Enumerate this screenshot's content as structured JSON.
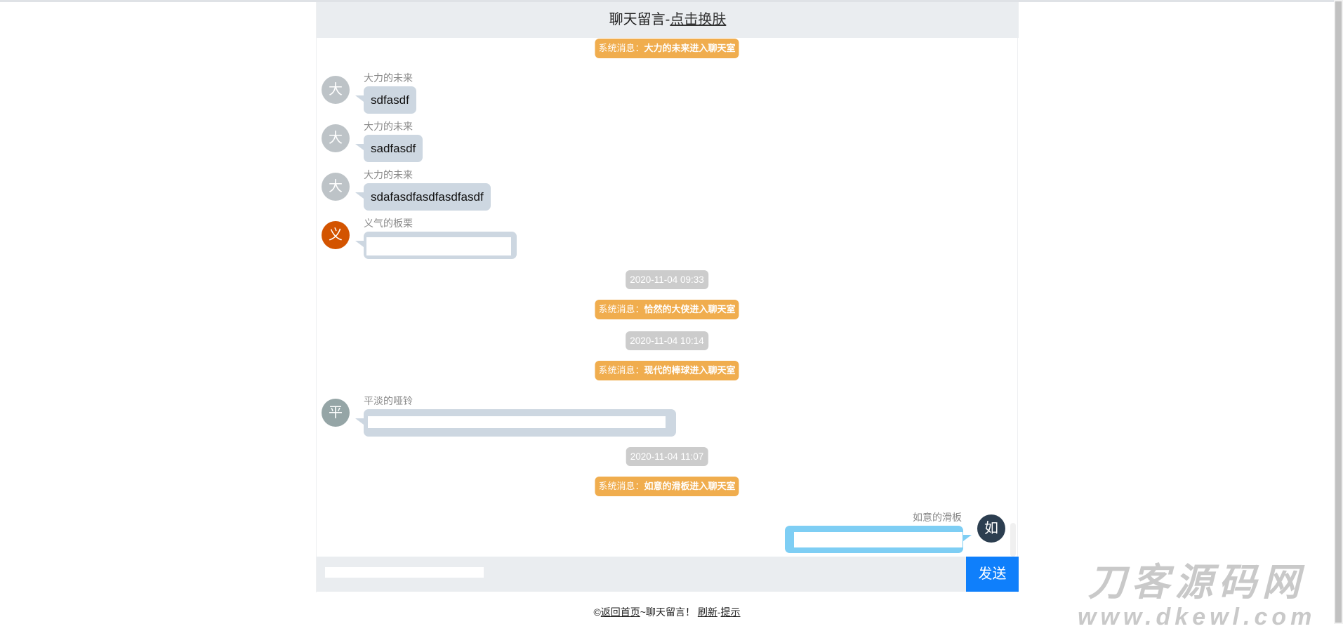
{
  "header": {
    "title": "聊天留言-",
    "skin_link": "点击换肤"
  },
  "system_prefix": "系统消息：",
  "messages": [
    {
      "type": "system",
      "name": "大力的未来",
      "suffix": "进入聊天室"
    },
    {
      "type": "left",
      "user": "大力的未来",
      "avatar": "大",
      "avatar_color": "#bdc3c7",
      "text": "sdfasdf"
    },
    {
      "type": "left",
      "user": "大力的未来",
      "avatar": "大",
      "avatar_color": "#bdc3c7",
      "text": "sadfasdf"
    },
    {
      "type": "left",
      "user": "大力的未来",
      "avatar": "大",
      "avatar_color": "#bdc3c7",
      "text": "sdafasdfasdfasdfasdf"
    },
    {
      "type": "left",
      "user": "义气的板栗",
      "avatar": "义",
      "avatar_color": "#d35400"
    },
    {
      "type": "time",
      "text": "2020-11-04 09:33"
    },
    {
      "type": "system",
      "name": "恰然的大侠",
      "suffix": "进入聊天室"
    },
    {
      "type": "time",
      "text": "2020-11-04 10:14"
    },
    {
      "type": "system",
      "name": "现代的棒球",
      "suffix": "进入聊天室"
    },
    {
      "type": "left",
      "user": "平淡的哑铃",
      "avatar": "平",
      "avatar_color": "#95a5a6"
    },
    {
      "type": "time",
      "text": "2020-11-04 11:07"
    },
    {
      "type": "system",
      "name": "如意的滑板",
      "suffix": "进入聊天室"
    },
    {
      "type": "right",
      "user": "如意的滑板",
      "avatar": "如",
      "avatar_color": "#2c3e50"
    }
  ],
  "input": {
    "value": ""
  },
  "send_label": "发送",
  "footer": {
    "copyright": "©",
    "home_link": "返回首页",
    "middle": "~聊天留言！",
    "refresh_link": "刷新",
    "sep": "-",
    "tips_link": "提示"
  },
  "watermark": {
    "cn": "刀客源码网",
    "url": "www.dkewl.com"
  },
  "colors": {
    "system": "#f0ad4e",
    "time": "#cccccc",
    "bubble_left": "#cdd7e1",
    "bubble_right": "#7ecef4",
    "send": "#0f7ffb",
    "header_bg": "#eaedf0"
  }
}
